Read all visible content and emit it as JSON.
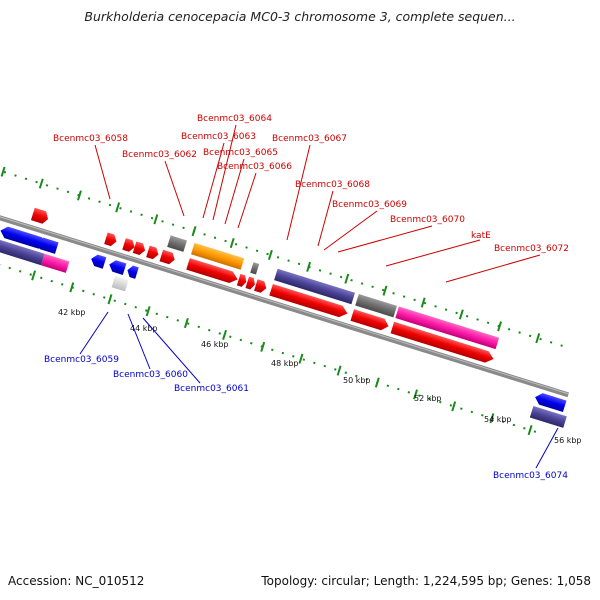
{
  "title": "Burkholderia cenocepacia MC0-3 chromosome 3, complete sequen...",
  "footer": {
    "accession": "Accession: NC_010512",
    "summary": "Topology: circular; Length: 1,224,595 bp; Genes: 1,058"
  },
  "colors": {
    "forward_label": "#cc0000",
    "reverse_label": "#0000cc",
    "backbone": "#8a8a8a",
    "tick": "#1a8a1a"
  },
  "kbp_labels": [
    "42 kbp",
    "44 kbp",
    "46 kbp",
    "48 kbp",
    "50 kbp",
    "52 kbp",
    "54 kbp",
    "56 kbp"
  ],
  "forward_genes": [
    "Bcenmc03_6058",
    "Bcenmc03_6062",
    "Bcenmc03_6063",
    "Bcenmc03_6064",
    "Bcenmc03_6065",
    "Bcenmc03_6066",
    "Bcenmc03_6067",
    "Bcenmc03_6068",
    "Bcenmc03_6069",
    "Bcenmc03_6070",
    "katE",
    "Bcenmc03_6072"
  ],
  "reverse_genes": [
    "Bcenmc03_6059",
    "Bcenmc03_6060",
    "Bcenmc03_6061",
    "Bcenmc03_6074"
  ]
}
